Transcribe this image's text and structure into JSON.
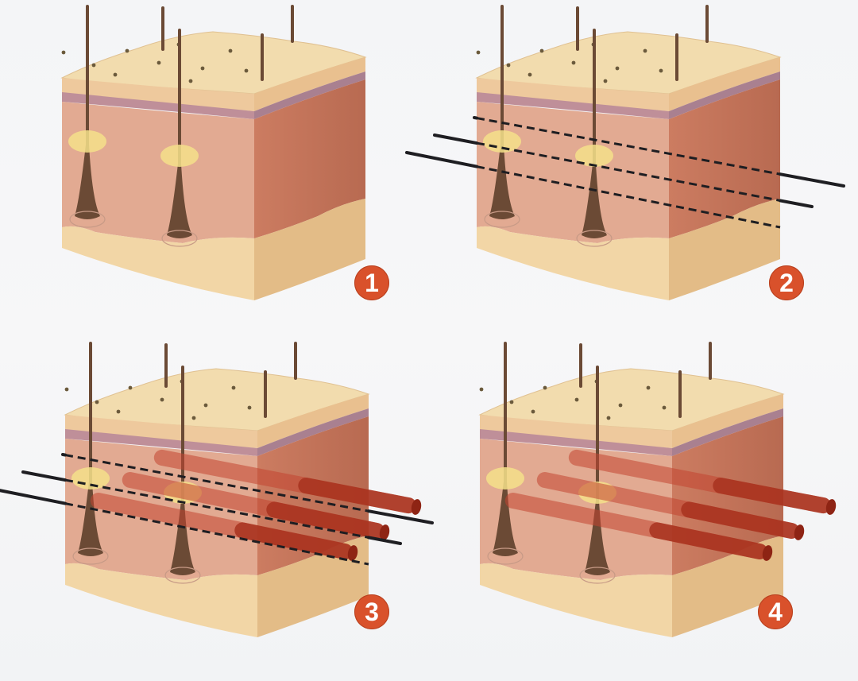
{
  "panels": [
    {
      "badge": "1",
      "threads": "none"
    },
    {
      "badge": "2",
      "threads": "needles"
    },
    {
      "badge": "3",
      "threads": "needles-with-collagen"
    },
    {
      "badge": "4",
      "threads": "collagen"
    }
  ],
  "colors": {
    "epidermis": "#f2dcae",
    "epidermis_front": "#eec99d",
    "membrane": "#bf8f99",
    "dermis_front": "#e2aa92",
    "dermis_side": "#cc7c61",
    "fat_front": "#f2d6a6",
    "fat_side": "#e3bc87",
    "hair": "#6b4a35",
    "needle": "#1e1e22",
    "collagen": "#c2442f",
    "badge": "#d9512b"
  },
  "icons": [
    "skin-block-illustration",
    "hair-follicle-icon",
    "needle-thread-icon",
    "collagen-strand-icon"
  ]
}
